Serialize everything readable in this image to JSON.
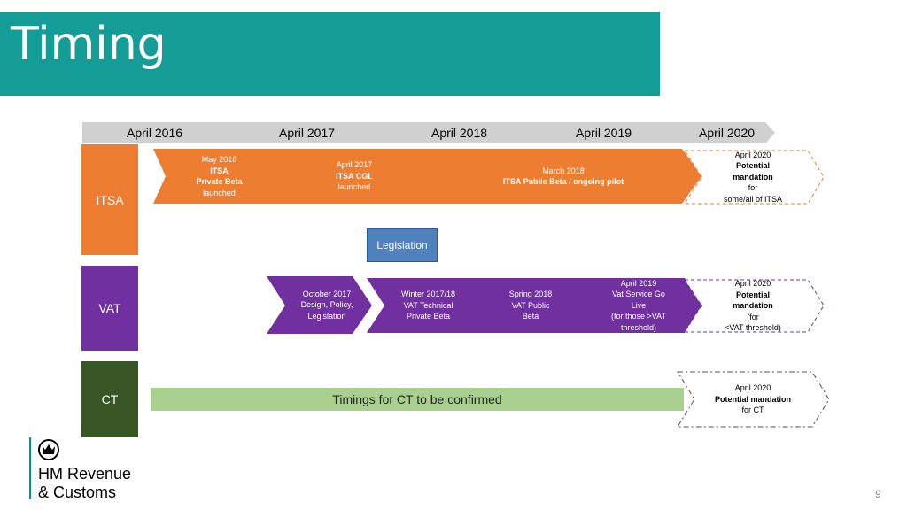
{
  "title": "Timing",
  "timeline": [
    "April 2016",
    "April 2017",
    "April 2018",
    "April 2019",
    "April 2020"
  ],
  "rows": {
    "itsa": {
      "label": "ITSA",
      "color": "#ed7d31"
    },
    "vat": {
      "label": "VAT",
      "color": "#7030a0"
    },
    "ct": {
      "label": "CT",
      "color": "#375623"
    }
  },
  "itsa_steps": [
    {
      "line1": "May 2016 ",
      "line1_bold": "ITSA",
      "line2_bold": "Private Beta",
      "line3": "launched"
    },
    {
      "line1": "April 2017 ",
      "line1_bold": "ITSA CGL",
      "line2": "launched"
    },
    {
      "line1": "March 2018",
      "line2_bold": "ITSA Public Beta / ongoing pilot"
    }
  ],
  "itsa_future": {
    "line1": "April 2020",
    "line2_bold": "Potential",
    "line3_bold": "mandation",
    "line3": " for",
    "line4": "some/all of ITSA"
  },
  "legislation": "Legislation",
  "vat_steps": [
    {
      "lines": [
        "October 2017",
        "Design, Policy,",
        "Legislation"
      ]
    },
    {
      "lines": [
        "Winter 2017/18",
        "VAT Technical",
        "Private Beta"
      ]
    },
    {
      "lines": [
        "Spring 2018",
        "VAT Public",
        "Beta"
      ]
    },
    {
      "lines": [
        "April 2019",
        "Vat Service Go",
        "Live",
        "(for those >VAT",
        "threshold)"
      ]
    }
  ],
  "vat_future": {
    "line1": "April 2020",
    "line2_bold": "Potential",
    "line3_bold": "mandation",
    "line3": " (for",
    "line4": "<VAT threshold)"
  },
  "ct_bar": "Timings for CT to be confirmed",
  "ct_future": {
    "line1": "April 2020",
    "line2_bold": "Potential mandation",
    "line3": "for CT"
  },
  "logo": {
    "line1": "HM Revenue",
    "line2": "& Customs"
  },
  "page_number": "9"
}
